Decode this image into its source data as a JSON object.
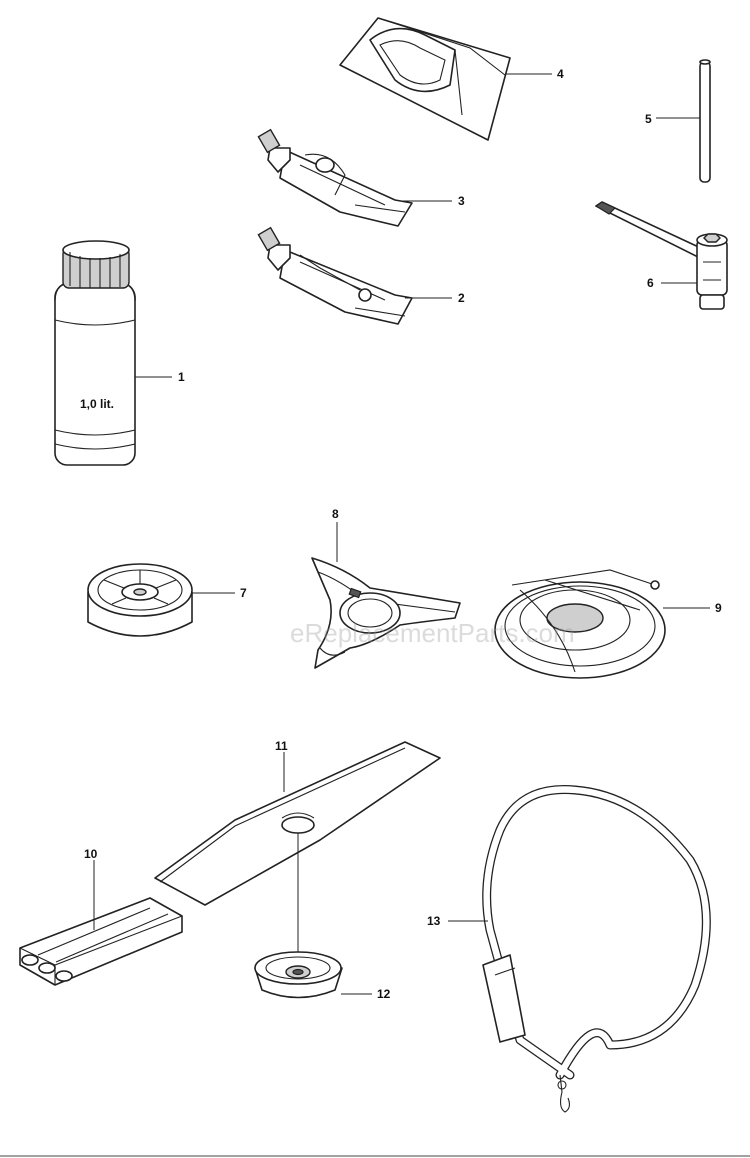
{
  "parts": [
    {
      "number": "1",
      "name": "bottle"
    },
    {
      "number": "2",
      "name": "tube"
    },
    {
      "number": "3",
      "name": "tube"
    },
    {
      "number": "4",
      "name": "bag"
    },
    {
      "number": "5",
      "name": "pin"
    },
    {
      "number": "6",
      "name": "wrench"
    },
    {
      "number": "7",
      "name": "support-cup"
    },
    {
      "number": "8",
      "name": "blade-guard"
    },
    {
      "number": "9",
      "name": "saw-guard"
    },
    {
      "number": "10",
      "name": "blade-cover"
    },
    {
      "number": "11",
      "name": "blade"
    },
    {
      "number": "12",
      "name": "support-cup"
    },
    {
      "number": "13",
      "name": "harness-strap"
    }
  ],
  "bottle_label": "1,0 lit.",
  "watermark": "eReplacementParts.com"
}
